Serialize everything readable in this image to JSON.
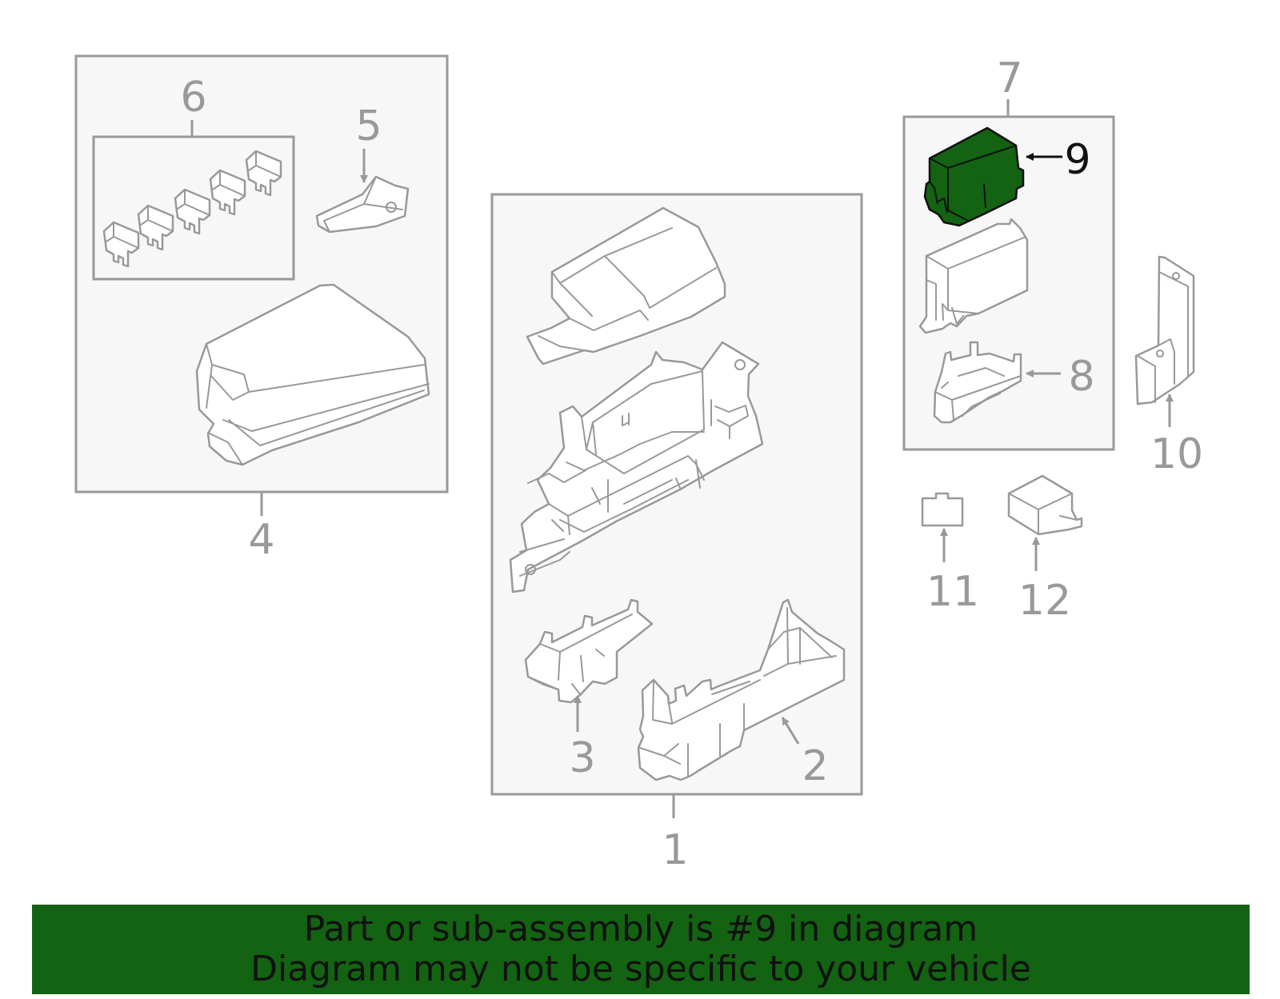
{
  "colors": {
    "highlight": "#136312",
    "line": "#999999",
    "box_fill": "#f7f7f7",
    "banner_bg": "#136312",
    "banner_text": "#111111"
  },
  "callouts": {
    "c1": "1",
    "c2": "2",
    "c3": "3",
    "c4": "4",
    "c5": "5",
    "c6": "6",
    "c7": "7",
    "c8": "8",
    "c9": "9",
    "c10": "10",
    "c11": "11",
    "c12": "12"
  },
  "highlighted_part": "9",
  "banner": {
    "line1": "Part or sub-assembly is #9 in diagram",
    "line2": "Diagram may not be specific to your vehicle"
  }
}
